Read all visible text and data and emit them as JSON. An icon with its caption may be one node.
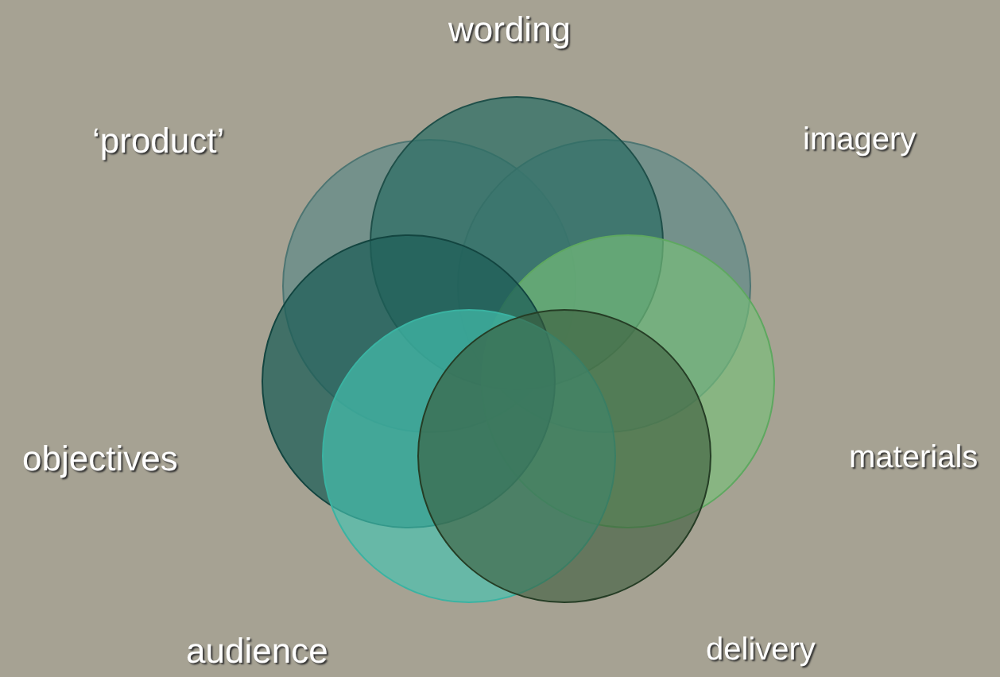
{
  "diagram": {
    "labels": [
      "wording",
      "‘product’",
      "imagery",
      "objectives",
      "materials",
      "audience",
      "delivery"
    ]
  }
}
